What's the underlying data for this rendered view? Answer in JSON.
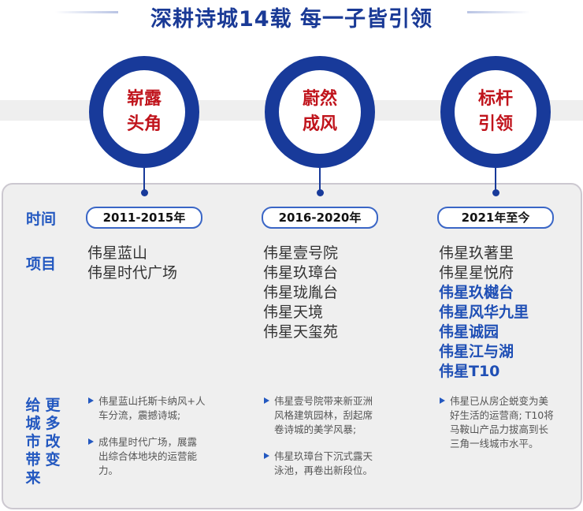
{
  "title": "深耕诗城14载 每一子皆引领",
  "phases": [
    {
      "l1": "崭露",
      "l2": "头角",
      "time": "2011-2015年",
      "projects": [
        {
          "n": "伟星蓝山",
          "b": false
        },
        {
          "n": "伟星时代广场",
          "b": false
        }
      ],
      "desc": [
        "伟星蓝山托斯卡纳风+人车分流，震撼诗城;",
        "成伟星时代广场，展露出综合体地块的运营能力。"
      ]
    },
    {
      "l1": "蔚然",
      "l2": "成风",
      "time": "2016-2020年",
      "projects": [
        {
          "n": "伟星壹号院",
          "b": false
        },
        {
          "n": "伟星玖璋台",
          "b": false
        },
        {
          "n": "伟星珑胤台",
          "b": false
        },
        {
          "n": "伟星天境",
          "b": false
        },
        {
          "n": "伟星天玺苑",
          "b": false
        }
      ],
      "desc": [
        "伟星壹号院带来新亚洲风格建筑园林，刮起席卷诗城的美学风暴;",
        "伟星玖璋台下沉式露天泳池，再卷出新段位。"
      ]
    },
    {
      "l1": "标杆",
      "l2": "引领",
      "time": "2021年至今",
      "projects": [
        {
          "n": "伟星玖著里",
          "b": false
        },
        {
          "n": "伟星星悦府",
          "b": false
        },
        {
          "n": "伟星玖樾台",
          "b": true
        },
        {
          "n": "伟星风华九里",
          "b": true
        },
        {
          "n": "伟星诚园",
          "b": true
        },
        {
          "n": "伟星江与湖",
          "b": true
        },
        {
          "n": "伟星T10",
          "b": true
        }
      ],
      "desc": [
        "伟星已从房企蜕变为美好生活的运营商; T10将马鞍山产品力拔高到长三角一线城市水平。"
      ]
    }
  ],
  "labels": {
    "time": "时间",
    "projects": "项目",
    "impact_col1": "给城市带来",
    "impact_col2": "更多改变"
  },
  "colors": {
    "blue": "#183a9a",
    "red": "#c0141c",
    "panel": "#efefef"
  }
}
